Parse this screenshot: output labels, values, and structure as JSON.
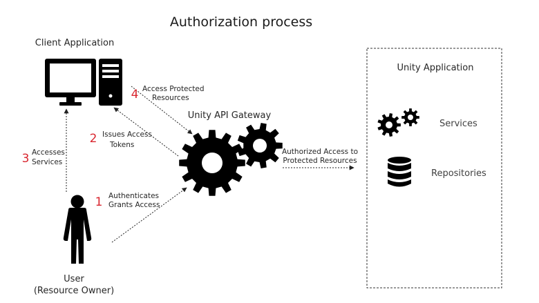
{
  "title": "Authorization process",
  "client": {
    "label": "Client Application",
    "icon": "desktop-computer-icon"
  },
  "gateway": {
    "label": "Unity API Gateway",
    "icon": "gears-icon"
  },
  "user": {
    "label_line1": "User",
    "label_line2": "(Resource Owner)",
    "icon": "person-icon"
  },
  "unity_app": {
    "title": "Unity Application",
    "services_label": "Services",
    "repositories_label": "Repositories"
  },
  "steps": [
    {
      "number": "1",
      "line1": "Authenticates",
      "line2": "Grants Access"
    },
    {
      "number": "2",
      "line1": "Issues Access",
      "line2": "Tokens"
    },
    {
      "number": "3",
      "line1": "Accesses",
      "line2": "Services"
    },
    {
      "number": "4",
      "line1": "Access Protected",
      "line2": "Resources"
    }
  ],
  "protected_access": {
    "line1": "Authorized Access to",
    "line2": "Protected Resources"
  },
  "colors": {
    "step_number": "#d9262f",
    "icons": "#000000",
    "text": "#262626"
  }
}
